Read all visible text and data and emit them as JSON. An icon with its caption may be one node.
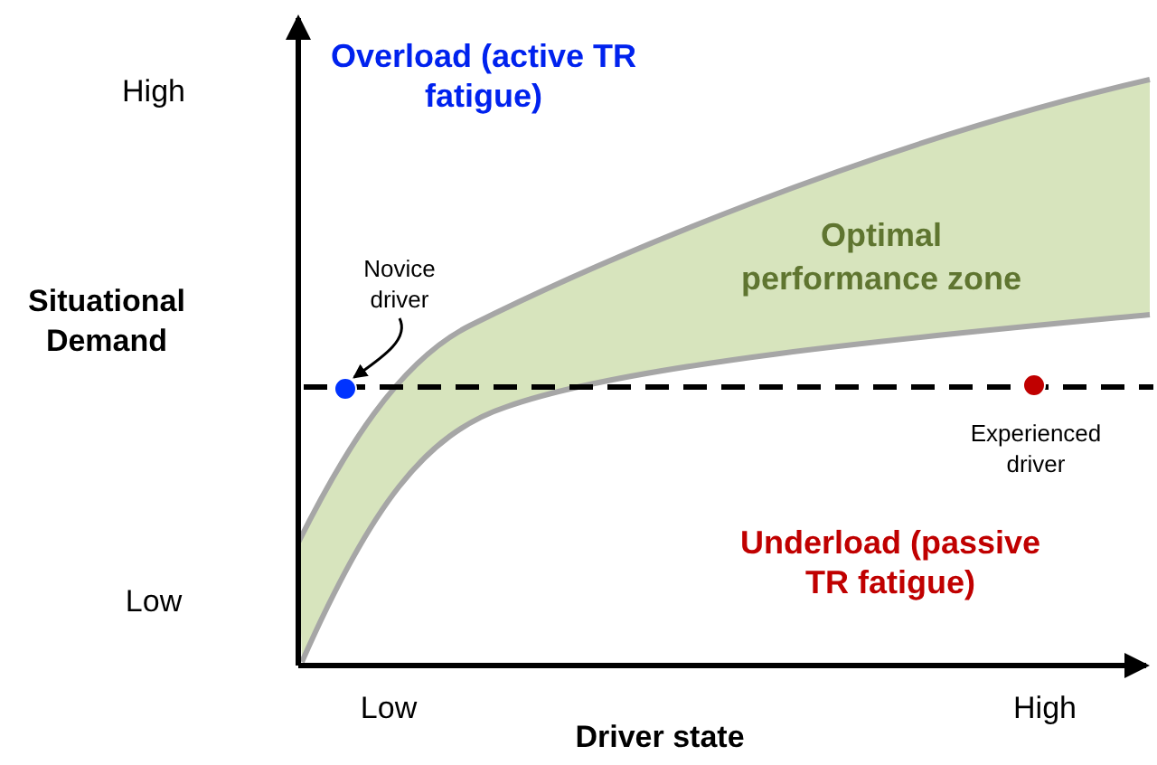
{
  "diagram": {
    "nodes": [
      {
        "text": [
          "Novice driver"
        ]
      },
      {
        "text": [],
        "shape": "circle"
      },
      {
        "text": [],
        "shape": "circle"
      },
      {
        "text": [
          "Optimal performance zone"
        ]
      }
    ],
    "edges": [
      {
        "from": 0,
        "to": 1,
        "arrow": "to"
      }
    ],
    "labels": [
      "Overload (active TR fatigue)",
      "High",
      "Situational Demand",
      "Experienced driver",
      "Low",
      "Underload (passive TR fatigue)",
      "Low",
      "High",
      "Driver state"
    ]
  }
}
